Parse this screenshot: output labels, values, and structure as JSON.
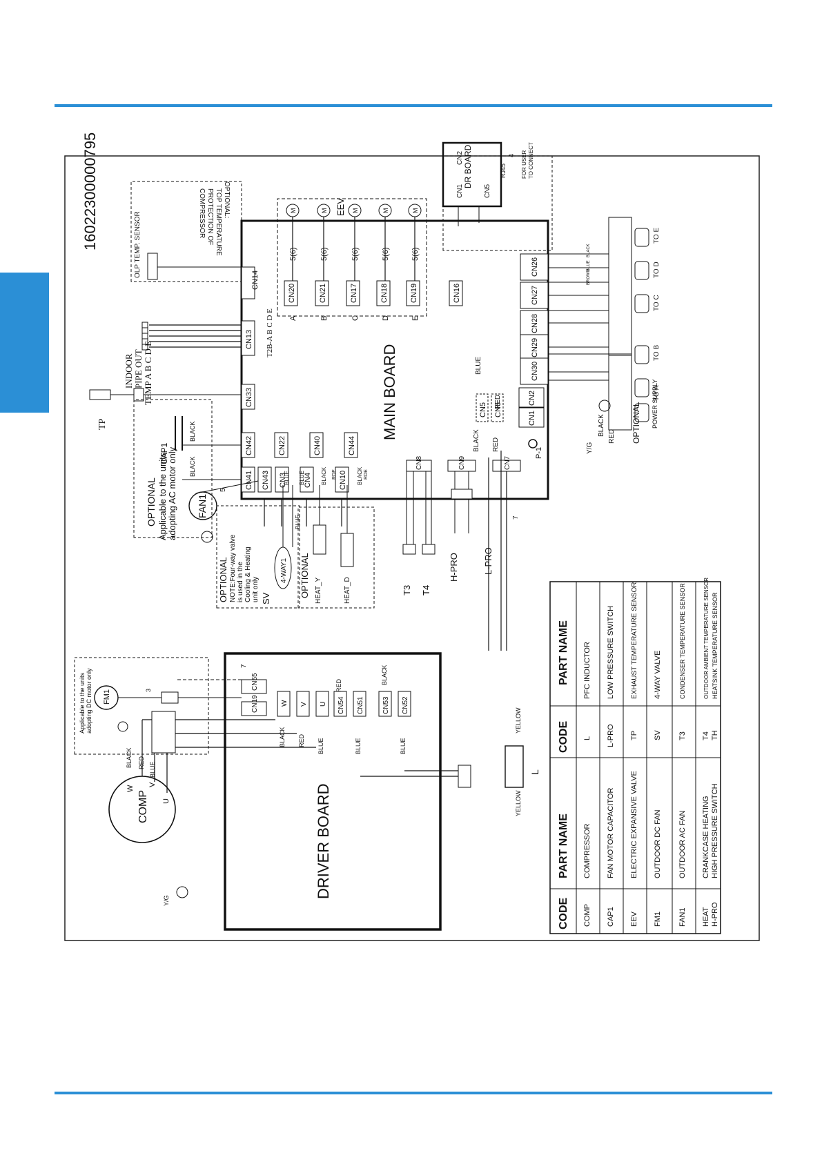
{
  "doc": {
    "part_number": "16022300000795",
    "accent_color": "#2b8fd6"
  },
  "boards": {
    "main": "MAIN BOARD",
    "driver": "DRIVER BOARD",
    "dr": "DR BOARD"
  },
  "notes": {
    "olp_title": "OLP TEMP. SENSOR",
    "olp_1": "OPTIONAL:",
    "olp_2": "TOP TEMPERATURE",
    "olp_3": "PROTECTION OF",
    "olp_4": "COMPRESSOR",
    "indoor_1": "INDOOR",
    "indoor_2": "PIPE OUT",
    "indoor_3": "TEMP A B C D E",
    "t2b": "T2B-A B C D E",
    "fan_opt_1": "OPTIONAL",
    "fan_opt_2": "Applicable to the units",
    "fan_opt_3": "adopting AC  motor only",
    "dc_1": "Applicable to the units",
    "dc_2": "adopting DC  motor only",
    "sv_1": "OPTIONAL",
    "sv_2": "NOTE:Four-way valve",
    "sv_3": "is used in the",
    "sv_4": "Cooling  & Heating",
    "sv_5": "unit only",
    "heat_opt": "OPTIONAL",
    "rj45": "RJ45",
    "user_1": "FOR USER",
    "user_2": "TO CONNECT",
    "optional_bottom": "OPTIONAL",
    "power": "POWER SUPPLY"
  },
  "labels": {
    "eev": "EEV",
    "m": "M",
    "five6": "5(6)",
    "letters": [
      "A",
      "B",
      "C",
      "D",
      "E"
    ],
    "tp": "TP",
    "cap1": "CAP1",
    "fan1": "FAN1",
    "fm1": "FM1",
    "comp": "COMP",
    "w": "W",
    "v": "V",
    "u": "U",
    "heat_y": "HEAT_Y",
    "heat_d": "HEAT_D",
    "sv": "SV",
    "fourway": "4-WAY1",
    "t3": "T3",
    "t4": "T4",
    "hpro": "H-PRO",
    "lpro": "L-PRO",
    "l": "L",
    "p1": "P-1",
    "yg": "Y/G",
    "seven": "7",
    "three": "3",
    "four": "4",
    "five": "5",
    "to_a": "TO  A",
    "to_b": "TO  B",
    "to_c": "TO  C",
    "to_d": "TO  D",
    "to_e": "TO  E"
  },
  "wires": {
    "black": "BLACK",
    "red": "RED",
    "blue": "BLUE",
    "rde": "RDE",
    "yellow": "YELLOW",
    "brown": "BROWN"
  },
  "connectors": {
    "cn14": "CN14",
    "cn20": "CN20",
    "cn21": "CN21",
    "cn17": "CN17",
    "cn18": "CN18",
    "cn19": "CN19",
    "cn16": "CN16",
    "cn26": "CN26",
    "cn27": "CN27",
    "cn28": "CN28",
    "cn29": "CN29",
    "cn30": "CN30",
    "cn2": "CN2",
    "cn1": "CN1",
    "cn5": "CN5",
    "cn6": "CN6",
    "cn13": "CN13",
    "cn33": "CN33",
    "cn42": "CN42",
    "cn22": "CN22",
    "cn40": "CN40",
    "cn44": "CN44",
    "cn41": "CN41",
    "cn43": "CN43",
    "cn3": "CN3",
    "cn4": "CN4",
    "cn10": "CN10",
    "cn8": "CN8",
    "cn9": "CN9",
    "cn7": "CN7",
    "cn55": "CN55",
    "cn54": "CN54",
    "cn51": "CN51",
    "cn53": "CN53",
    "cn52": "CN52"
  },
  "legend": {
    "header_code": "CODE",
    "header_part": "PART NAME",
    "rows_left": [
      {
        "code": "COMP",
        "part": "COMPRESSOR"
      },
      {
        "code": "CAP1",
        "part": "FAN MOTOR CAPACITOR"
      },
      {
        "code": "EEV",
        "part": "ELECTRIC EXPANSIVE VALVE"
      },
      {
        "code": "FM1",
        "part": "OUTDOOR DC  FAN"
      },
      {
        "code": "FAN1",
        "part": "OUTDOOR AC FAN"
      },
      {
        "code": "HEAT",
        "part": "CRANKCASE HEATING"
      },
      {
        "code": "H-PRO",
        "part": "HIGH PRESSURE SWITCH"
      }
    ],
    "rows_right": [
      {
        "code": "L",
        "part": "PFC INDUCTOR"
      },
      {
        "code": "L-PRO",
        "part": "LOW PRESSURE SWITCH"
      },
      {
        "code": "TP",
        "part": "EXHAUST TEMPERATURE SENSOR"
      },
      {
        "code": "SV",
        "part": "4-WAY VALVE"
      },
      {
        "code": "T3",
        "part": "CONDENSER TEMPERATURE SENSOR"
      },
      {
        "code": "T4",
        "part": "OUTDOOR AMBIENT TEMPERATURE SENSOR"
      },
      {
        "code": "TH",
        "part": "HEATSINK TEMPERATURE SENSOR"
      }
    ]
  }
}
